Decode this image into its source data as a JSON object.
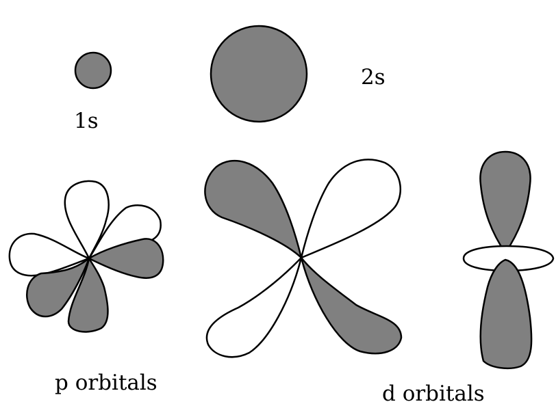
{
  "colors": {
    "filled": "#808080",
    "empty": "#ffffff",
    "stroke": "#000000",
    "background": "#ffffff"
  },
  "labels": {
    "s1": "1s",
    "s2": "2s",
    "p": "p orbitals",
    "d": "d orbitals"
  }
}
